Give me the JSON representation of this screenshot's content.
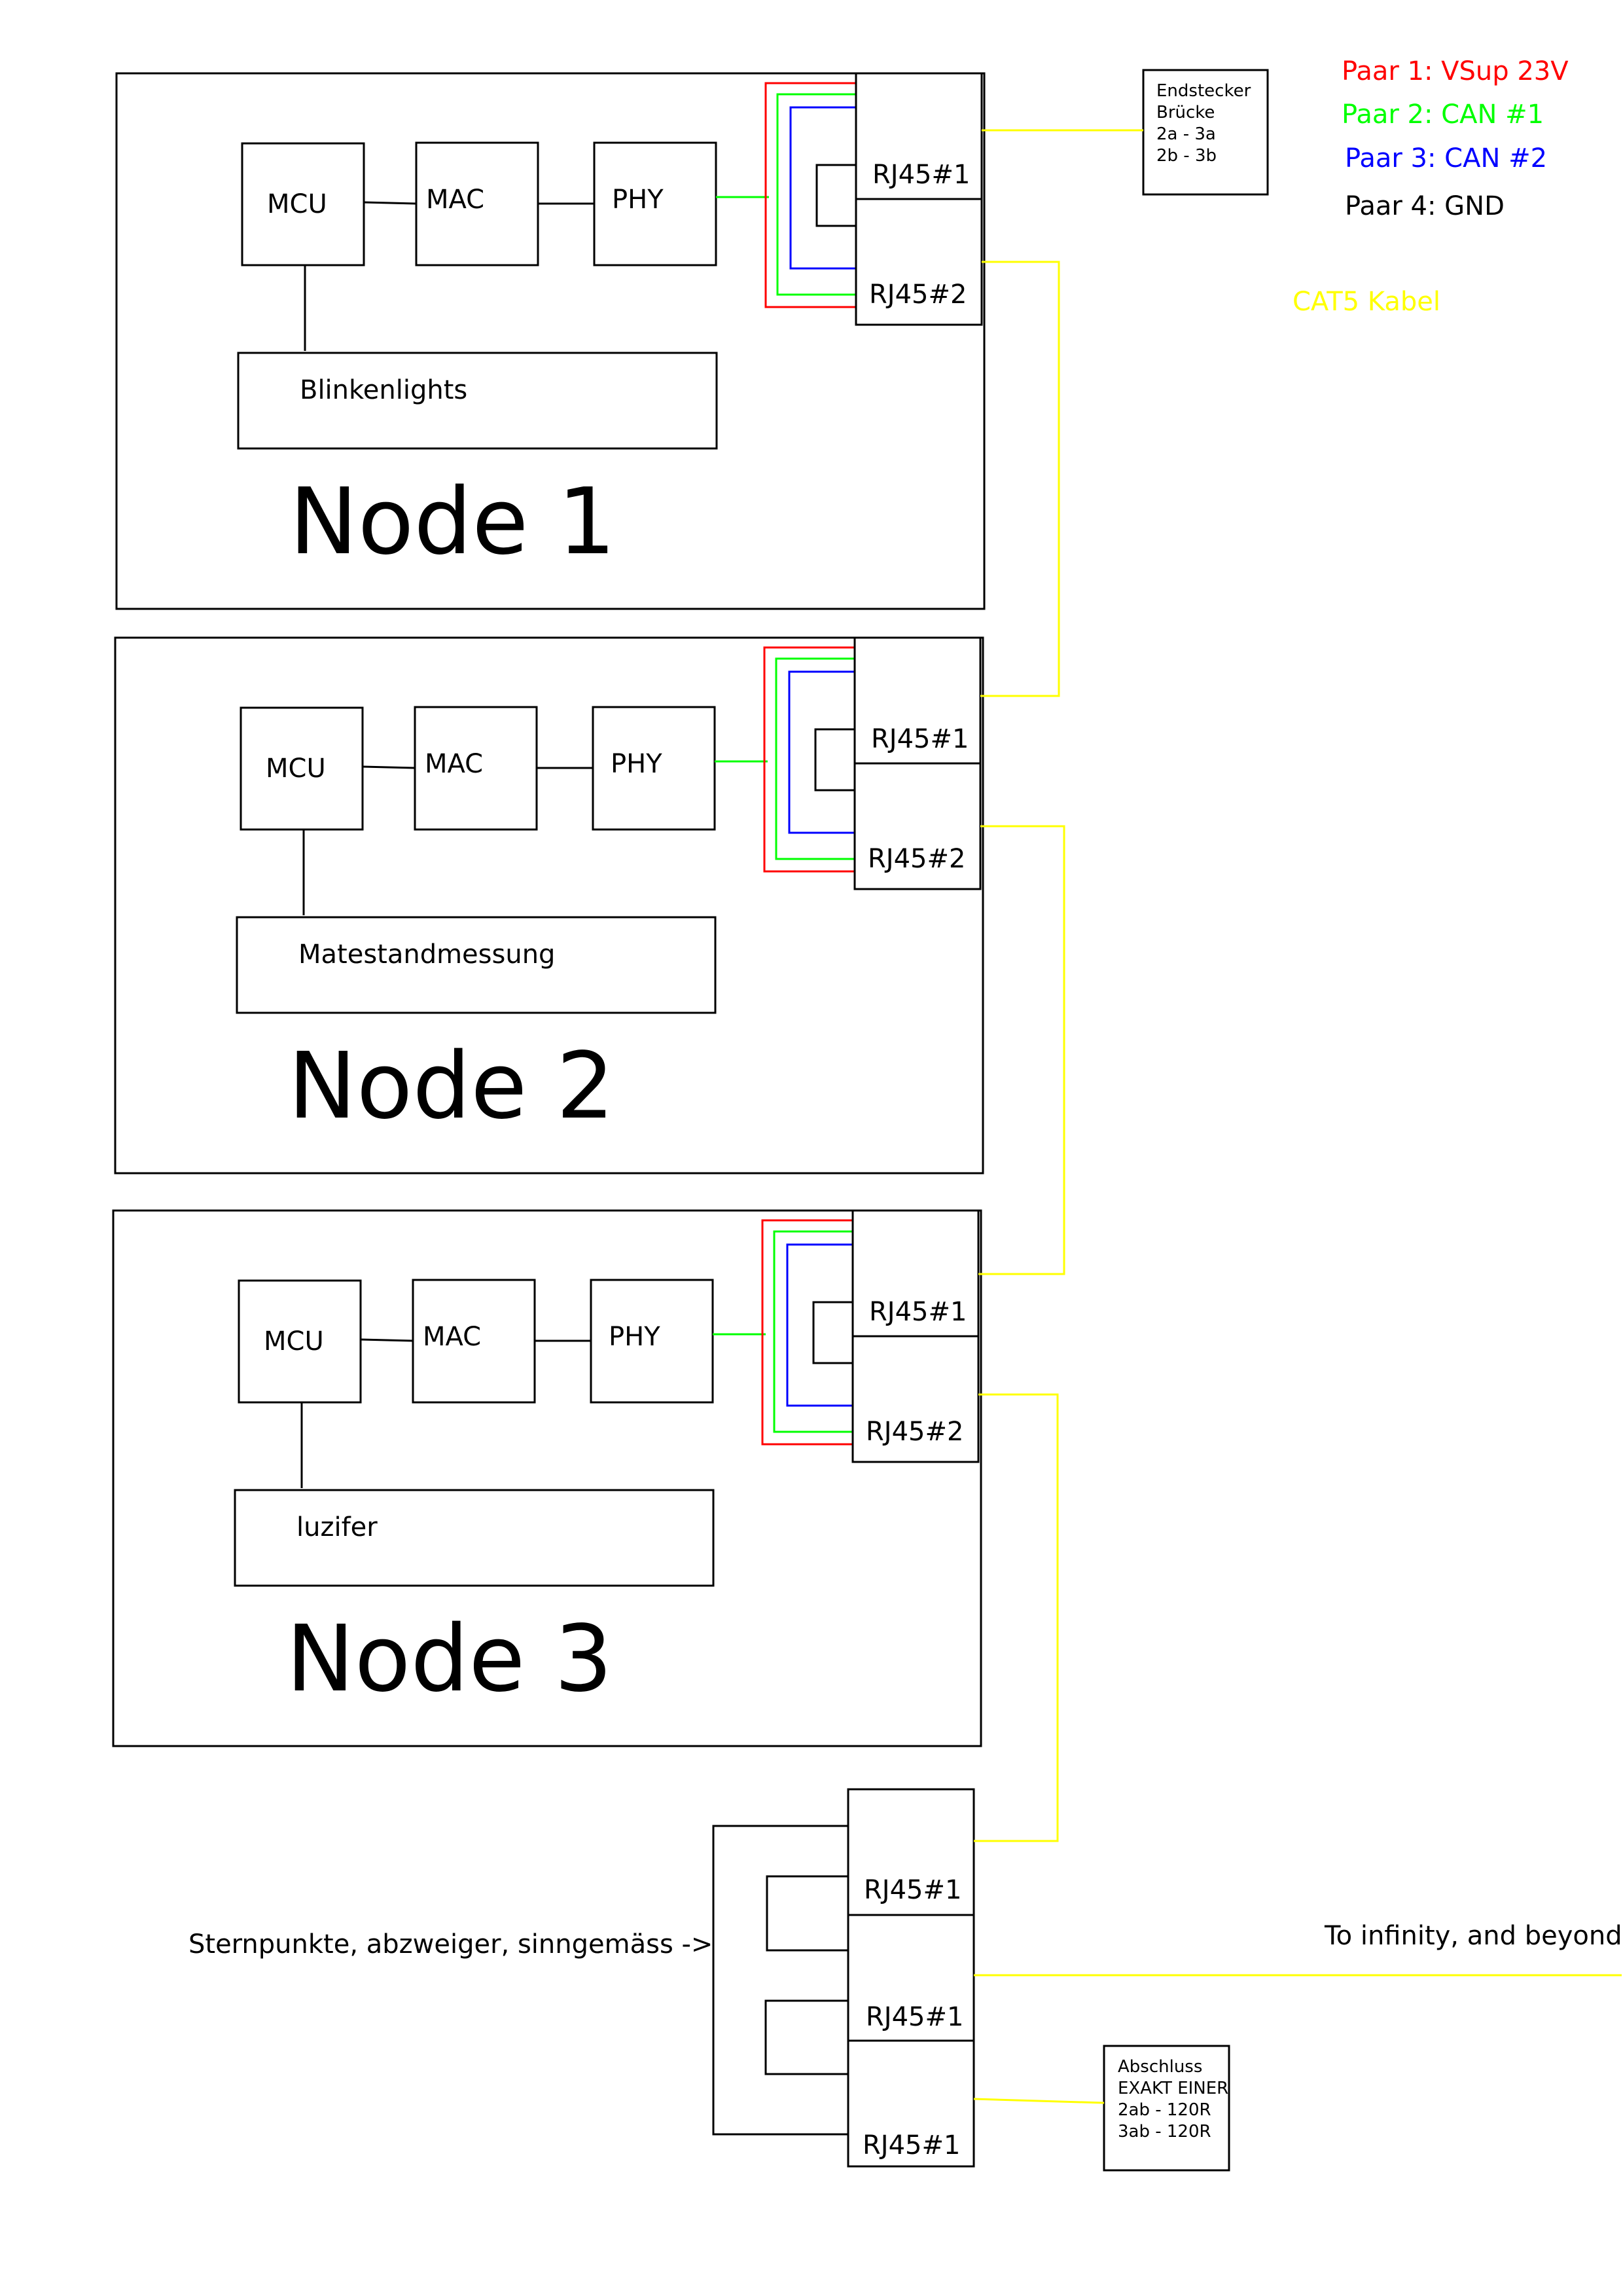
{
  "legend": {
    "pair1": {
      "text": "Paar 1: VSup 23V",
      "color": "#ff0000"
    },
    "pair2": {
      "text": "Paar 2: CAN #1",
      "color": "#00ff00"
    },
    "pair3": {
      "text": "Paar 3: CAN #2",
      "color": "#0000ff"
    },
    "pair4": {
      "text": "Paar 4: GND",
      "color": "#000000"
    },
    "cable": {
      "text": "CAT5 Kabel",
      "color": "#ffff00"
    }
  },
  "endstecker": {
    "lines": [
      "Endstecker",
      "Brücke",
      "2a - 3a",
      "2b - 3b"
    ]
  },
  "nodes": [
    {
      "title": "Node 1",
      "mcu": "MCU",
      "mac": "MAC",
      "phy": "PHY",
      "app": "Blinkenlights",
      "rj1": "RJ45#1",
      "rj2": "RJ45#2"
    },
    {
      "title": "Node 2",
      "mcu": "MCU",
      "mac": "MAC",
      "phy": "PHY",
      "app": "Matestandmessung",
      "rj1": "RJ45#1",
      "rj2": "RJ45#2"
    },
    {
      "title": "Node 3",
      "mcu": "MCU",
      "mac": "MAC",
      "phy": "PHY",
      "app": "luzifer",
      "rj1": "RJ45#1",
      "rj2": "RJ45#2"
    }
  ],
  "star": {
    "label": "Sternpunkte, abzweiger, sinngemäss ->",
    "ports": [
      "RJ45#1",
      "RJ45#1",
      "RJ45#1"
    ],
    "infinity": "To infinity, and beyond",
    "termination": {
      "lines": [
        "Abschluss",
        "EXAKT EINER",
        "2ab - 120R",
        "3ab - 120R"
      ]
    }
  }
}
